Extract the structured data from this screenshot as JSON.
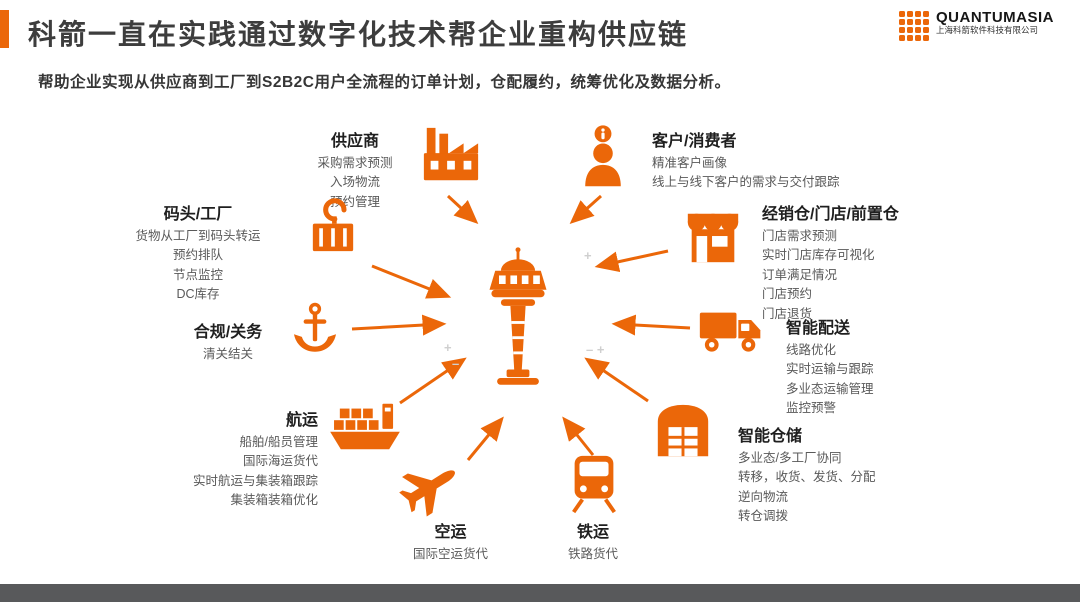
{
  "colors": {
    "accent": "#EB6709",
    "footer": "#58595B",
    "text_dark": "#3d3d3d",
    "text_gray": "#595959"
  },
  "header": {
    "title": "科箭一直在实践通过数字化技术帮企业重构供应链",
    "logo": {
      "brand": "QUANTUMASIA",
      "company": "上海科箭软件科技有限公司"
    }
  },
  "subtitle": "帮助企业实现从供应商到工厂到S2B2C用户全流程的订单计划，仓配履约，统筹优化及数据分析。",
  "hub": {
    "icon": "control-tower-icon"
  },
  "nodes": [
    {
      "id": "supplier",
      "title": "供应商",
      "icon": "factory-icon",
      "lines": [
        "采购需求预测",
        "入场物流",
        "预约管理"
      ]
    },
    {
      "id": "customer",
      "title": "客户/消费者",
      "icon": "customer-icon",
      "lines": [
        "精准客户画像",
        "线上与线下客户的需求与交付跟踪"
      ]
    },
    {
      "id": "dock",
      "title": "码头/工厂",
      "icon": "crane-icon",
      "lines": [
        "货物从工厂到码头转运",
        "预约排队",
        "节点监控",
        "DC库存"
      ]
    },
    {
      "id": "store",
      "title": "经销仓/门店/前置仓",
      "icon": "store-icon",
      "lines": [
        "门店需求预测",
        "实时门店库存可视化",
        "订单满足情况",
        "门店预约",
        "门店退货"
      ]
    },
    {
      "id": "customs",
      "title": "合规/关务",
      "icon": "anchor-icon",
      "lines": [
        "清关结关"
      ]
    },
    {
      "id": "delivery",
      "title": "智能配送",
      "icon": "truck-icon",
      "lines": [
        "线路优化",
        "实时运输与跟踪",
        "多业态运输管理",
        "监控预警"
      ]
    },
    {
      "id": "shipping",
      "title": "航运",
      "icon": "ship-icon",
      "lines": [
        "船舶/船员管理",
        "国际海运货代",
        "实时航运与集装箱跟踪",
        "集装箱装箱优化"
      ]
    },
    {
      "id": "warehouse",
      "title": "智能仓储",
      "icon": "warehouse-icon",
      "lines": [
        "多业态/多工厂协同",
        "转移，收货、发货、分配",
        "逆向物流",
        "转仓调拨"
      ]
    },
    {
      "id": "air",
      "title": "空运",
      "icon": "plane-icon",
      "lines": [
        "国际空运货代"
      ]
    },
    {
      "id": "rail",
      "title": "铁运",
      "icon": "train-icon",
      "lines": [
        "铁路货代"
      ]
    }
  ]
}
